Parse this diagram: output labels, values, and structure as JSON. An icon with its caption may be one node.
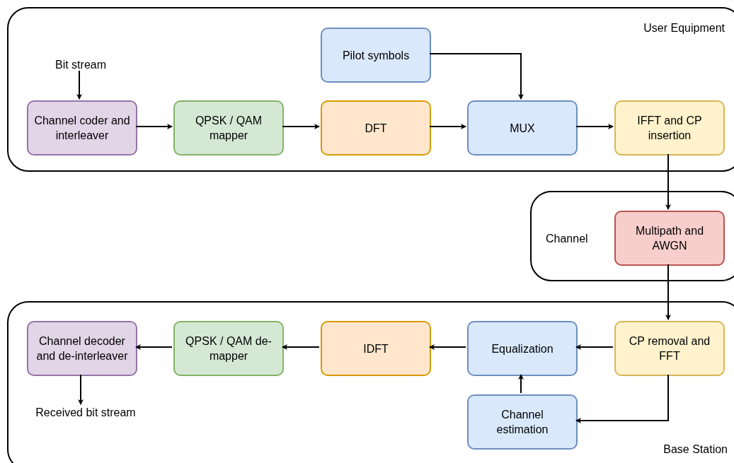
{
  "diagram": {
    "nodes": [
      {
        "text": [
          "User Equipment"
        ]
      },
      {
        "text": [
          "Bit stream"
        ],
        "in": 0
      },
      {
        "text": [
          "Channel coder and interleaver"
        ],
        "in": 0
      },
      {
        "text": [
          "QPSK / QAM mapper"
        ],
        "in": 0
      },
      {
        "text": [
          "DFT"
        ],
        "in": 0
      },
      {
        "text": [
          "Pilot symbols"
        ],
        "in": 0
      },
      {
        "text": [
          "MUX"
        ],
        "in": 0
      },
      {
        "text": [
          "IFFT and CP insertion"
        ],
        "in": 0
      },
      {
        "text": [
          "Channel"
        ]
      },
      {
        "text": [
          "Multipath and AWGN"
        ],
        "in": 8
      },
      {
        "text": [
          "Base Station"
        ]
      },
      {
        "text": [
          "CP removal and FFT"
        ],
        "in": 10
      },
      {
        "text": [
          "Equalization"
        ],
        "in": 10
      },
      {
        "text": [
          "Channel estimation"
        ],
        "in": 10
      },
      {
        "text": [
          "IDFT"
        ],
        "in": 10
      },
      {
        "text": [
          "QPSK / QAM de-mapper"
        ],
        "in": 10
      },
      {
        "text": [
          "Channel decoder and de-interleaver"
        ],
        "in": 10
      },
      {
        "text": [
          "Received bit stream"
        ],
        "in": 10
      }
    ],
    "edges": [
      {
        "from": 1,
        "to": 2,
        "arrow": "to"
      },
      {
        "from": 2,
        "to": 3,
        "arrow": "to"
      },
      {
        "from": 3,
        "to": 4,
        "arrow": "to"
      },
      {
        "from": 4,
        "to": 6,
        "arrow": "to"
      },
      {
        "from": 5,
        "to": 6,
        "arrow": "to"
      },
      {
        "from": 6,
        "to": 7,
        "arrow": "to"
      },
      {
        "from": 7,
        "to": 9,
        "arrow": "to"
      },
      {
        "from": 9,
        "to": 11,
        "arrow": "to"
      },
      {
        "from": 11,
        "to": 12,
        "arrow": "to"
      },
      {
        "from": 11,
        "to": 13,
        "arrow": "to"
      },
      {
        "from": 13,
        "to": 12,
        "arrow": "to"
      },
      {
        "from": 12,
        "to": 14,
        "arrow": "to"
      },
      {
        "from": 14,
        "to": 15,
        "arrow": "to"
      },
      {
        "from": 15,
        "to": 16,
        "arrow": "to"
      },
      {
        "from": 16,
        "to": 17,
        "arrow": "to"
      }
    ]
  }
}
